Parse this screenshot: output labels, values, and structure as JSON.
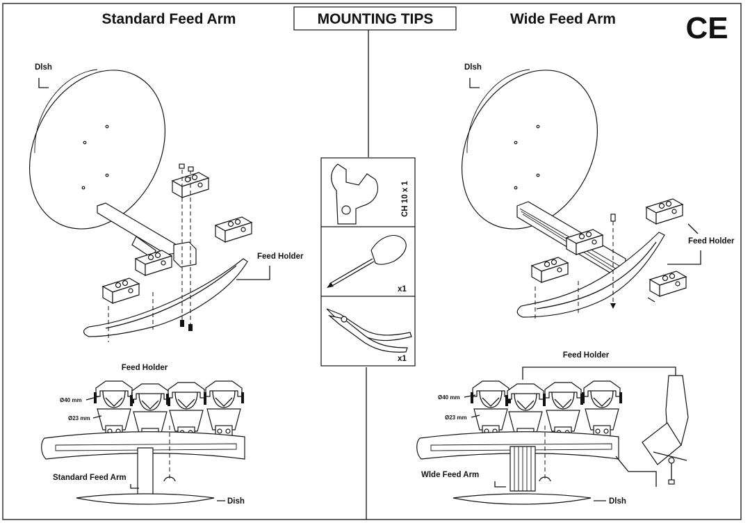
{
  "header": {
    "left_title": "Standard Feed Arm",
    "center_title": "MOUNTING TIPS",
    "right_title": "Wide Feed Arm",
    "ce_mark": "CE"
  },
  "left_panel": {
    "dish_label": "Dlsh",
    "feed_holder_label": "Feed Holder",
    "detail_title": "Feed Holder",
    "diameter_40": "Ø40 mm",
    "diameter_23": "Ø23 mm",
    "arm_label": "Standard Feed Arm",
    "dish_bottom_label": "Dish"
  },
  "tools": {
    "wrench_label": "CH 10 x 1",
    "screwdriver_qty": "x1",
    "pliers_qty": "x1",
    "icons": [
      "wrench-icon",
      "screwdriver-icon",
      "pliers-icon"
    ]
  },
  "right_panel": {
    "dish_label": "Dlsh",
    "feed_holder_label": "Feed Holder",
    "detail_title": "Feed Holder",
    "diameter_40": "Ø40 mm",
    "diameter_23": "Ø23 mm",
    "arm_label": "Wlde Feed Arm",
    "dish_bottom_label": "Dlsh"
  }
}
